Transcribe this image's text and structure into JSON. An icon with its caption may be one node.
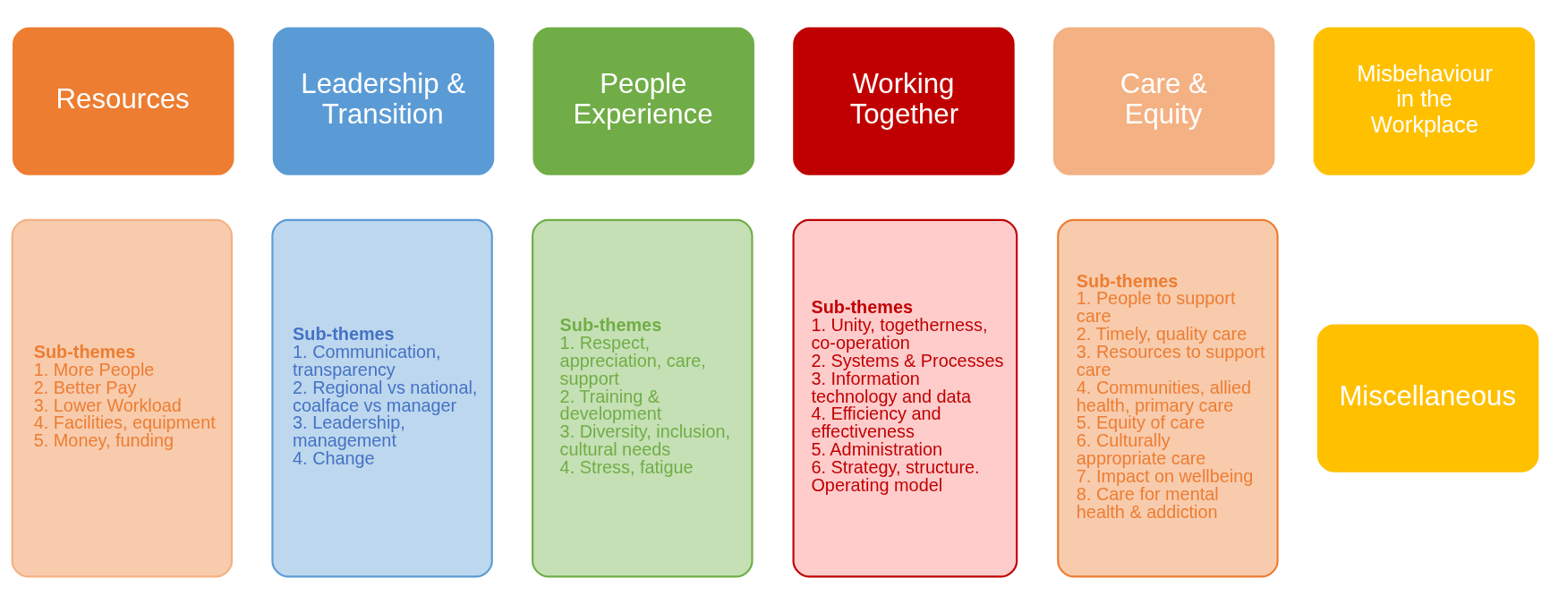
{
  "diagram": {
    "nodes": [
      {
        "text": [
          "Resources"
        ]
      },
      {
        "text": [
          "Leadership & Transition"
        ]
      },
      {
        "text": [
          "People Experience"
        ]
      },
      {
        "text": [
          "Working Together"
        ]
      },
      {
        "text": [
          "Care & Equity"
        ]
      },
      {
        "text": [
          "Misbehaviour in the Workplace"
        ]
      },
      {
        "text": [
          "Sub-themes",
          "1. More People",
          "2. Better Pay",
          "3. Lower Workload",
          "4. Facilities, equipment",
          "5. Money, funding"
        ]
      },
      {
        "text": [
          "Sub-themes",
          "1. Communication, transparency",
          "2. Regional vs national, coalface vs manager",
          "3. Leadership, management",
          "4. Change"
        ]
      },
      {
        "text": [
          "Sub-themes",
          "1. Respect, appreciation, care, support",
          "2. Training & development",
          "3. Diversity, inclusion, cultural needs",
          "4. Stress, fatigue"
        ]
      },
      {
        "text": [
          "Sub-themes",
          "1. Unity, togetherness, co-operation",
          "2. Systems & Processes",
          "3. Information technology and data",
          "4. Efficiency and effectiveness",
          "5. Administration",
          "6. Strategy, structure. Operating model"
        ]
      },
      {
        "text": [
          "Sub-themes",
          "1. People to support care",
          "2. Timely, quality care",
          "3. Resources to support care",
          "4. Communities, allied health, primary care",
          "5. Equity of care",
          "6. Culturally appropriate care",
          "7. Impact on wellbeing",
          "8. Care for mental health & addiction"
        ]
      },
      {
        "text": [
          "Miscellaneous"
        ]
      }
    ]
  }
}
